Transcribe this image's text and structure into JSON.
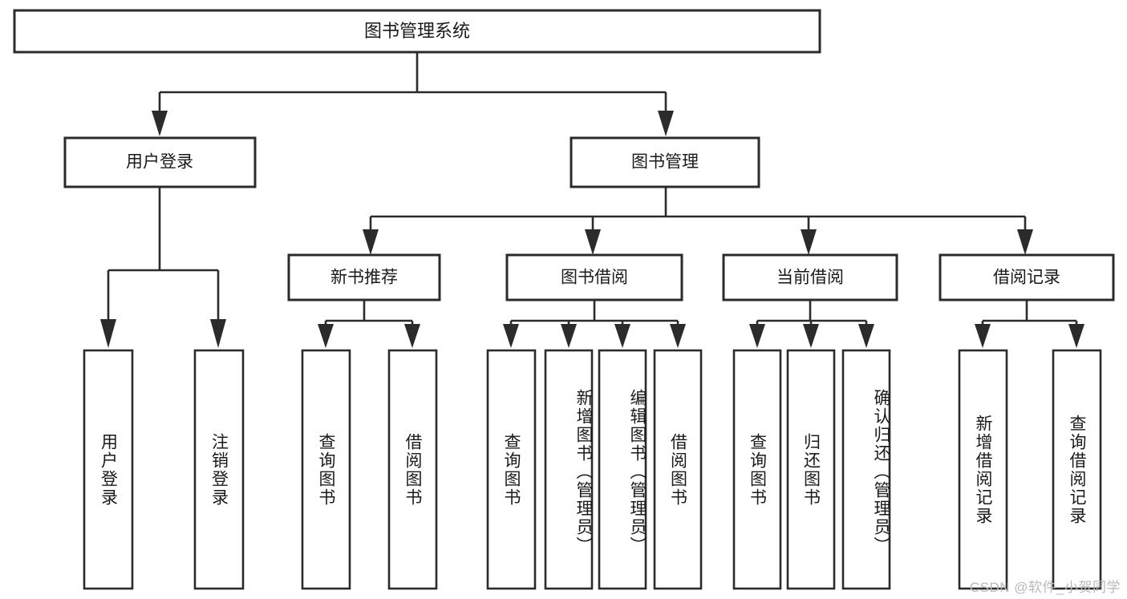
{
  "diagram": {
    "type": "tree-hierarchy",
    "title": "图书管理系统",
    "orientation": "top-down",
    "watermark": "CSDN @软件_小贺同学",
    "colors": {
      "box_fill": "#ffffff",
      "box_stroke": "#2b2b2b",
      "text": "#1a1a1a",
      "watermark": "#b9b9b9",
      "background": "#ffffff"
    },
    "root": {
      "label": "图书管理系统",
      "level": 0
    },
    "level1": [
      {
        "label": "用户登录"
      },
      {
        "label": "图书管理"
      }
    ],
    "level2": [
      {
        "label": "新书推荐"
      },
      {
        "label": "图书借阅"
      },
      {
        "label": "当前借阅"
      },
      {
        "label": "借阅记录"
      }
    ],
    "leaves": {
      "user_login": [
        {
          "label": "用户登录"
        },
        {
          "label": "注销登录"
        }
      ],
      "new_book_recommend": [
        {
          "label": "查询图书"
        },
        {
          "label": "借阅图书"
        }
      ],
      "book_borrow": [
        {
          "label": "查询图书"
        },
        {
          "label": "新增图书（管理员）"
        },
        {
          "label": "编辑图书（管理员）"
        },
        {
          "label": "借阅图书"
        }
      ],
      "current_borrow": [
        {
          "label": "查询图书"
        },
        {
          "label": "归还图书"
        },
        {
          "label": "确认归还（管理员）"
        }
      ],
      "borrow_record": [
        {
          "label": "新增借阅记录"
        },
        {
          "label": "查询借阅记录"
        }
      ]
    }
  }
}
